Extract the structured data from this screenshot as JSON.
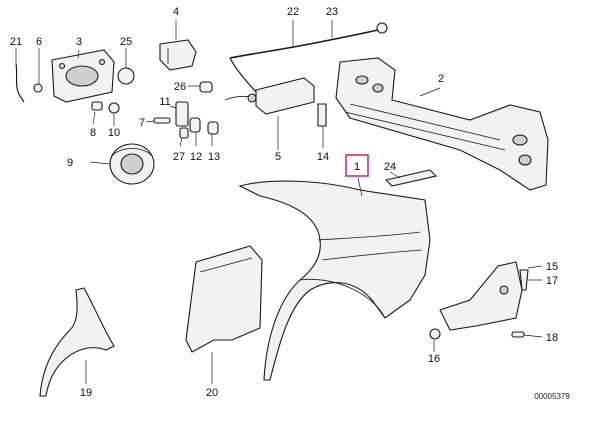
{
  "diagram": {
    "highlighted_part": "1",
    "highlight_color": "#e0208a",
    "reference_number": "00005379",
    "callouts": [
      {
        "id": "1",
        "label": "1",
        "highlighted": true
      },
      {
        "id": "2",
        "label": "2"
      },
      {
        "id": "3",
        "label": "3"
      },
      {
        "id": "4",
        "label": "4"
      },
      {
        "id": "5",
        "label": "5"
      },
      {
        "id": "6",
        "label": "6"
      },
      {
        "id": "7",
        "label": "7"
      },
      {
        "id": "8",
        "label": "8"
      },
      {
        "id": "9",
        "label": "9"
      },
      {
        "id": "10",
        "label": "10"
      },
      {
        "id": "11",
        "label": "11"
      },
      {
        "id": "12",
        "label": "12"
      },
      {
        "id": "13",
        "label": "13"
      },
      {
        "id": "14",
        "label": "14"
      },
      {
        "id": "15",
        "label": "15"
      },
      {
        "id": "16",
        "label": "16"
      },
      {
        "id": "17",
        "label": "17"
      },
      {
        "id": "18",
        "label": "18"
      },
      {
        "id": "19",
        "label": "19"
      },
      {
        "id": "20",
        "label": "20"
      },
      {
        "id": "21",
        "label": "21"
      },
      {
        "id": "22",
        "label": "22"
      },
      {
        "id": "23",
        "label": "23"
      },
      {
        "id": "24",
        "label": "24"
      },
      {
        "id": "25",
        "label": "25"
      },
      {
        "id": "26",
        "label": "26"
      },
      {
        "id": "27",
        "label": "27"
      }
    ]
  }
}
